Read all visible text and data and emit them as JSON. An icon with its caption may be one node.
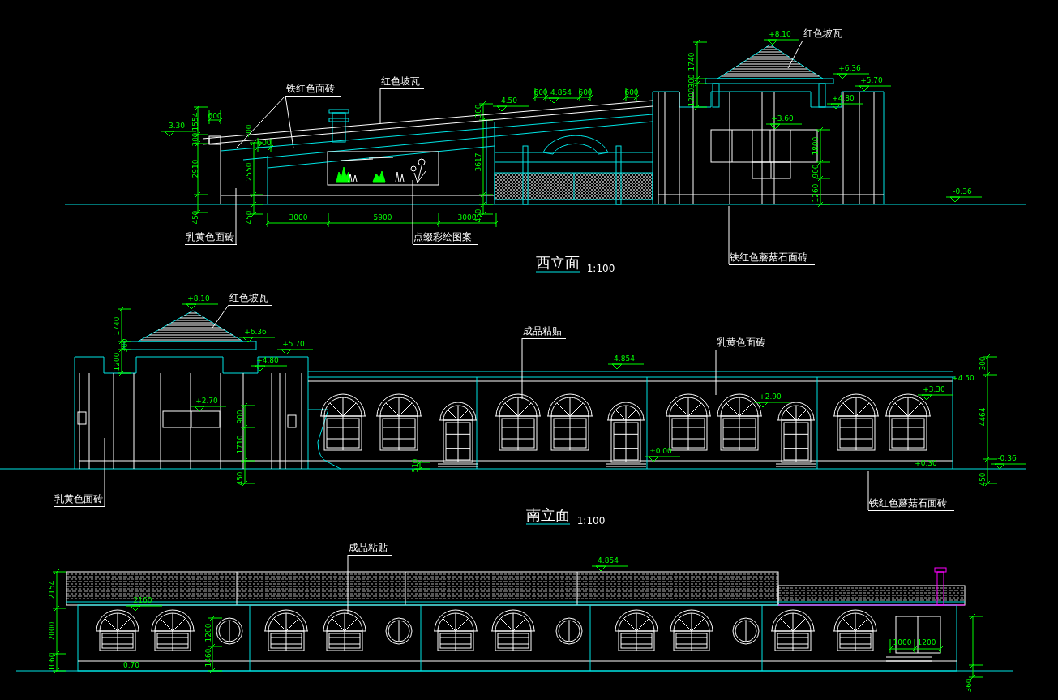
{
  "diagram": {
    "nodes": [
      {
        "text": [
          "铁红色面砖"
        ]
      },
      {
        "text": [
          "红色坡瓦"
        ]
      },
      {
        "text": [
          "红色坡瓦"
        ]
      },
      {
        "text": [
          "乳黄色面砖"
        ]
      },
      {
        "text": [
          "点缀彩绘图案"
        ]
      },
      {
        "text": [
          "铁红色蘑菇石面砖"
        ]
      },
      {
        "text": [
          "红色坡瓦"
        ]
      },
      {
        "text": [
          "成品粘贴"
        ]
      },
      {
        "text": [
          "乳黄色面砖"
        ]
      },
      {
        "text": [
          "乳黄色面砖"
        ]
      },
      {
        "text": [
          "铁红色蘑菇石面砖"
        ]
      },
      {
        "text": [
          "成品粘贴"
        ]
      },
      {
        "text": [],
        "shape": "picture"
      },
      {
        "text": [],
        "shape": "picture"
      }
    ],
    "edges": [
      {
        "from": 0,
        "to": 12,
        "arrow": "none"
      },
      {
        "from": 0,
        "to": 12,
        "arrow": "none"
      },
      {
        "from": 1,
        "to": 12,
        "arrow": "none"
      },
      {
        "from": 2,
        "to": null,
        "arrow": "none"
      },
      {
        "from": 3,
        "to": null,
        "arrow": "none"
      },
      {
        "from": 4,
        "to": 13,
        "arrow": "none"
      },
      {
        "from": 5,
        "to": null,
        "arrow": "none"
      },
      {
        "from": 6,
        "to": null,
        "arrow": "none"
      },
      {
        "from": 7,
        "to": null,
        "arrow": "none"
      },
      {
        "from": 8,
        "to": null,
        "arrow": "none"
      },
      {
        "from": 9,
        "to": null,
        "arrow": "none"
      },
      {
        "from": 10,
        "to": null,
        "arrow": "none"
      },
      {
        "from": 11,
        "to": null,
        "arrow": "none"
      }
    ],
    "labels": [
      "1554",
      "600",
      "3.30",
      "300",
      "300",
      "2910",
      "600",
      "2550",
      "450",
      "450",
      "3000",
      "5900",
      "3000",
      "450",
      "3617",
      "300",
      "4.50",
      "600",
      "4.854",
      "600",
      "600",
      "+8.10",
      "1740",
      "300",
      "1200",
      "+6.36",
      "+5.70",
      "+4.80",
      "+3.60",
      "1800",
      "900",
      "1260",
      "-0.36",
      "西立面",
      "1:100",
      "+8.10",
      "1740",
      "300",
      "1200",
      "+6.36",
      "+5.70",
      "+4.80",
      "+2.70",
      "900",
      "1710",
      "450",
      "510",
      "4.854",
      "+2.90",
      "±0.00",
      "+3.30",
      "+0.30",
      "300",
      "+4.50",
      "4464",
      "-0.36",
      "450",
      "南立面",
      "1:100",
      "4.854",
      "2154",
      "2160",
      "2000",
      "1200",
      "1060",
      "0.70",
      "1460",
      "1000",
      "1200",
      "360"
    ]
  }
}
